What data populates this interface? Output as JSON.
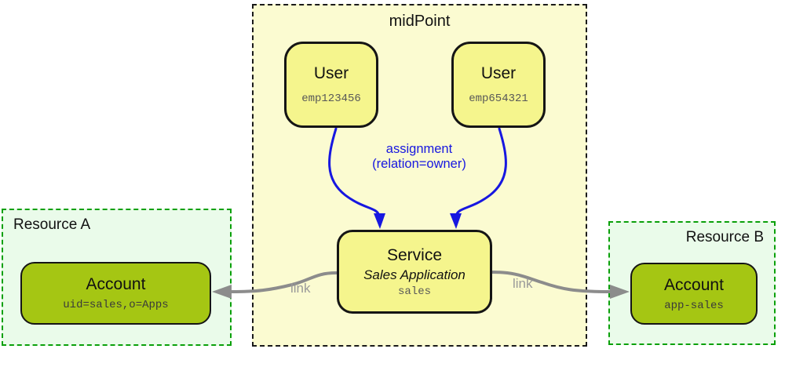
{
  "diagram": {
    "midpoint": {
      "title": "midPoint"
    },
    "users": [
      {
        "type_label": "User",
        "id": "emp123456"
      },
      {
        "type_label": "User",
        "id": "emp654321"
      }
    ],
    "service": {
      "type_label": "Service",
      "display_name": "Sales Application",
      "id": "sales"
    },
    "resource_a": {
      "title": "Resource A",
      "account": {
        "type_label": "Account",
        "id": "uid=sales,o=Apps"
      }
    },
    "resource_b": {
      "title": "Resource B",
      "account": {
        "type_label": "Account",
        "id": "app-sales"
      }
    },
    "edge_labels": {
      "assignment_line1": "assignment",
      "assignment_line2": "(relation=owner)",
      "link_left": "link",
      "link_right": "link"
    },
    "colors": {
      "midpoint_fill": "#fbfbd1",
      "midpoint_border": "#1a1a1a",
      "node_fill": "#f5f58d",
      "account_fill": "#a5c613",
      "resource_fill": "#eafbea",
      "resource_border": "#0aa00a",
      "assignment_blue": "#1717e0",
      "link_gray": "#8c8c8c",
      "id_text_gray": "#585858"
    }
  }
}
